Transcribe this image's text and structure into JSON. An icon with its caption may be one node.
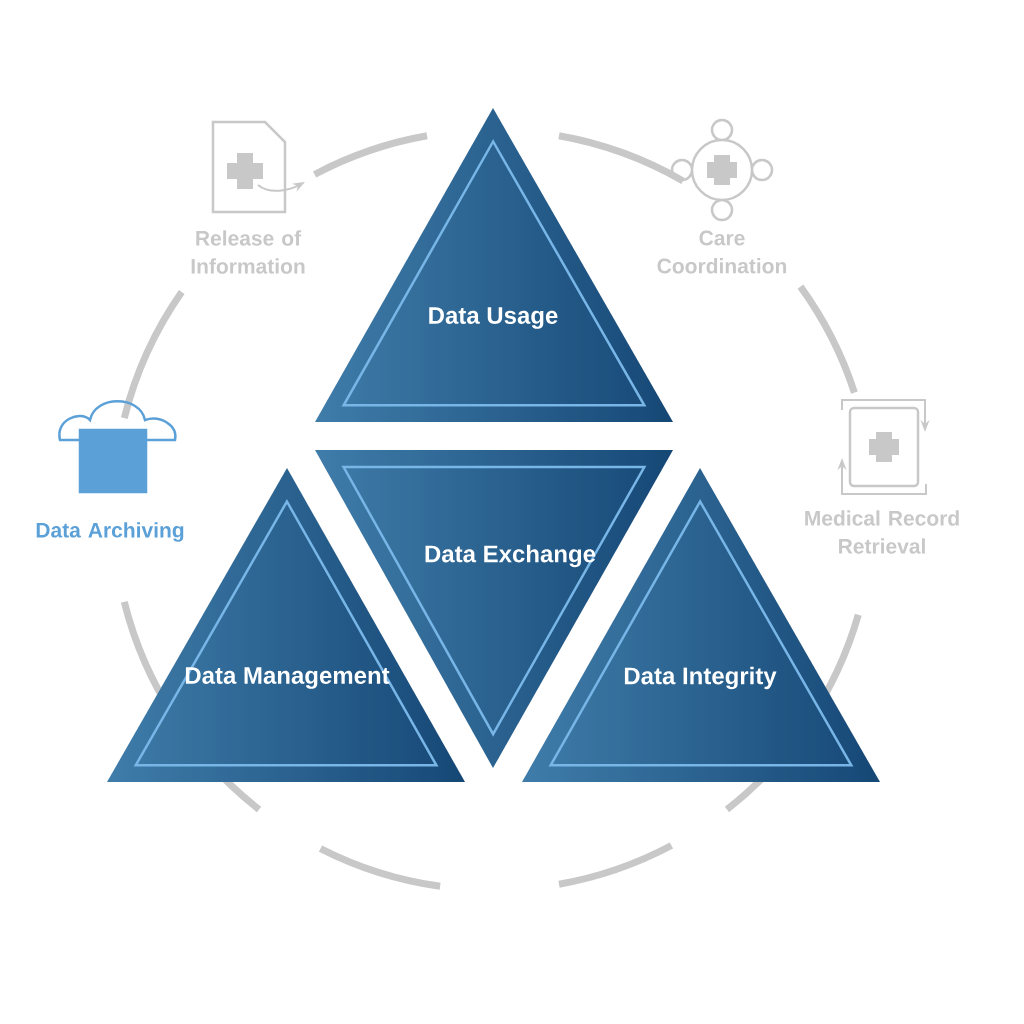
{
  "diagram": {
    "nodes": [
      {
        "text": [
          "Data Usage"
        ]
      },
      {
        "text": [
          "Data Exchange"
        ]
      },
      {
        "text": [
          "Data Management"
        ]
      },
      {
        "text": [
          "Data Integrity"
        ]
      }
    ],
    "labels": [
      "Release of Information",
      "Care Coordination",
      "Data Archiving",
      "Medical Record Retrieval"
    ]
  }
}
